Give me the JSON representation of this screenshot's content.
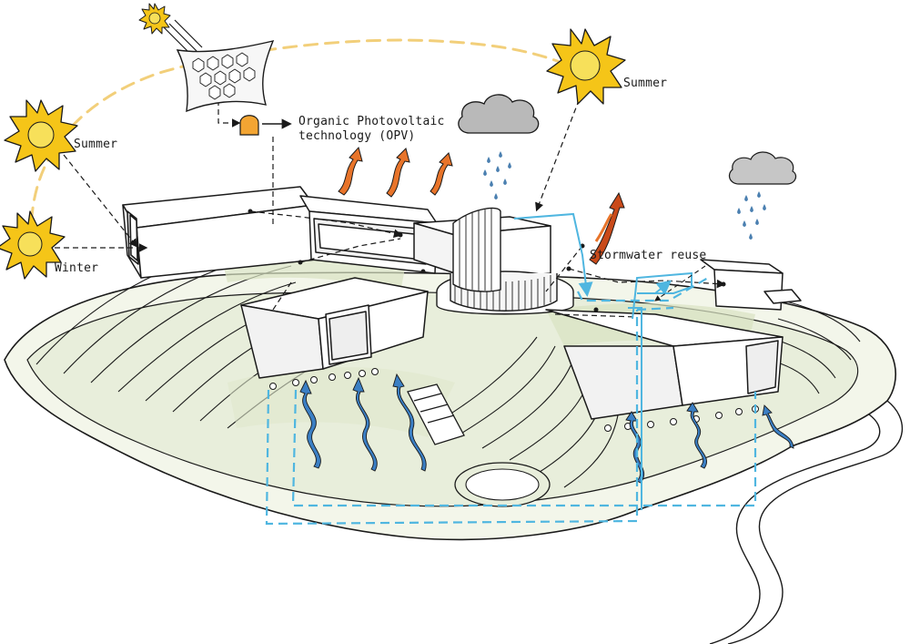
{
  "labels": {
    "summer_left": "Summer",
    "summer_right": "Summer",
    "winter": "Winter",
    "opv_line1": "Organic Photovoltaic",
    "opv_line2": "technology (OPV)",
    "stormwater": "Stormwater reuse"
  },
  "colors": {
    "sun_fill": "#f5c518",
    "sun_core": "#f7e05a",
    "sun_path": "#f2cf7a",
    "heat_arrow": "#e8742a",
    "heat_arrow_dark": "#c94a1a",
    "wind_arrow": "#3b7fc4",
    "water_line": "#4fb6e0",
    "rain": "#4a7fb0",
    "cloud": "#b9b9b9",
    "terrain": "#e4ead4",
    "terrain_dark": "#cdd6b8",
    "ink": "#1a1a1a",
    "opv_lamp": "#f3a533"
  },
  "icons": [
    "sun-icon",
    "cloud-icon",
    "rain-icon",
    "opv-panel-icon",
    "opv-lamp-icon",
    "heat-arrow-icon",
    "wind-arrow-icon"
  ]
}
